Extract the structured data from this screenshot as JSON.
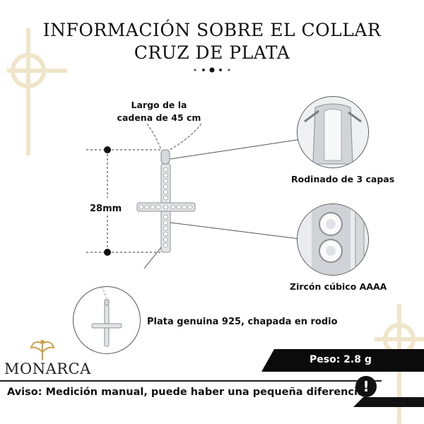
{
  "title": {
    "line1": "INFORMACIÓN SOBRE EL COLLAR",
    "line2": "CRUZ DE PLATA"
  },
  "labels": {
    "chain_length": "Largo de la cadena de 45 cm",
    "height": "28mm",
    "plating": "Rodinado de 3 capas",
    "zircon": "Zircón cúbico AAAA",
    "silver": "Plata genuina 925, chapada en rodio"
  },
  "weight": "Peso: 2.8 g",
  "notice": "Aviso: Medición manual, puede haber una pequeña diferencia",
  "notice_icon": "!",
  "brand": "MONARCA",
  "colors": {
    "dark": "#0b0b0b",
    "accent": "#e6d6a8",
    "silver": "#c9cbcf"
  }
}
